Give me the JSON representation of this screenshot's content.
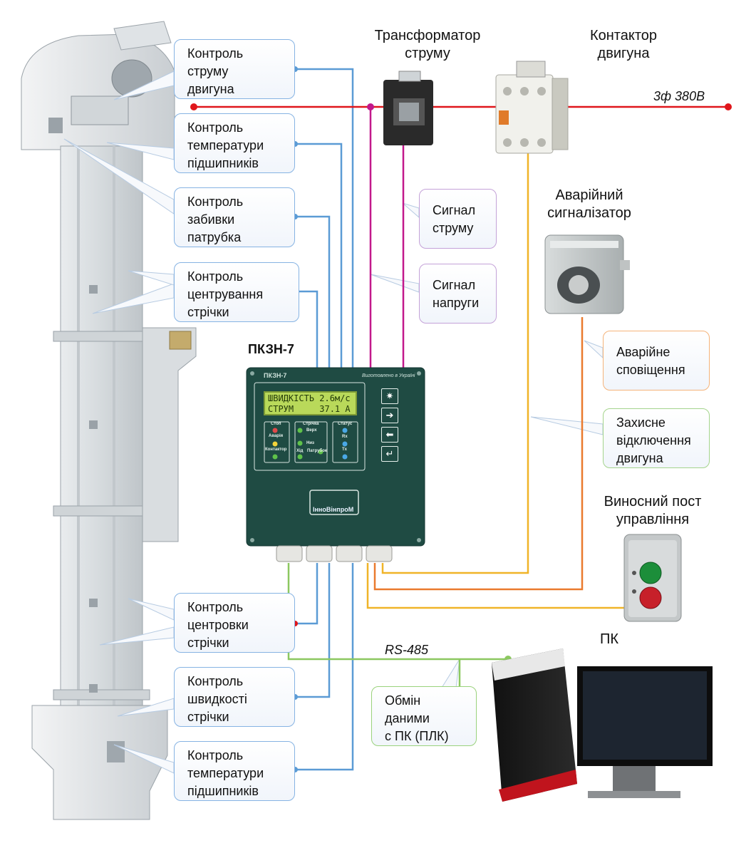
{
  "callouts": {
    "motor_current": [
      "Контроль",
      "струму",
      "двигуна"
    ],
    "bearing_temp_top": [
      "Контроль",
      "температури",
      "підшипників"
    ],
    "spout_clog": [
      "Контроль",
      "забивки",
      "патрубка"
    ],
    "belt_centering_top": [
      "Контроль",
      "центрування",
      "стрічки"
    ],
    "belt_centering_bottom": [
      "Контроль",
      "центровки",
      "стрічки"
    ],
    "belt_speed": [
      "Контроль",
      "швидкості",
      "стрічки"
    ],
    "bearing_temp_bottom": [
      "Контроль",
      "температури",
      "підшипників"
    ],
    "current_signal": [
      "Сигнал",
      "струму"
    ],
    "voltage_signal": [
      "Сигнал",
      "напруги"
    ],
    "alarm_notification": [
      "Аварійне",
      "сповіщення"
    ],
    "motor_protective_shutdown": [
      "Захисне",
      "відключення",
      "двигуна"
    ],
    "pc_data_exchange": [
      "Обмін",
      "даними",
      "с ПК (ПЛК)"
    ]
  },
  "titles": {
    "current_transformer": [
      "Трансформатор",
      "струму"
    ],
    "motor_contactor": [
      "Контактор",
      "двигуна"
    ],
    "alarm_sounder": [
      "Аварійний",
      "сигналізатор"
    ],
    "remote_station": [
      "Виносний пост",
      "управління"
    ],
    "pc": [
      "ПК"
    ]
  },
  "labels": {
    "power_line": "3ф 380В",
    "bus": "RS-485",
    "device_heading": "ПКЗН-7"
  },
  "device": {
    "name": "ПКЗН-7",
    "made_in": "Виготовлено в Україні",
    "lcd_line1": "ШВИДКІСТЬ 2.6м/с",
    "lcd_line2": "СТРУМ     37.1 А",
    "logo": "ІнноВінпроМ",
    "groups": {
      "stop": [
        "Стоп",
        "Аварія",
        "Контактор"
      ],
      "belt": [
        "Стрічка",
        "Верх",
        "Низ",
        "Хід",
        "Патрубок"
      ],
      "status": [
        "Статус",
        "Rx",
        "Tx"
      ]
    },
    "buttons": [
      "star-button",
      "arrow-right-button",
      "arrow-left-button",
      "enter-button"
    ]
  },
  "colors": {
    "power": "#e0161b",
    "sensor_wire": "#5b9bd5",
    "signal_wire": "#c2188b",
    "control_wire": "#f0b428",
    "alarm_wire": "#ea7a2e",
    "rs485_wire": "#8cc860",
    "device_body": "#1f4b43"
  }
}
